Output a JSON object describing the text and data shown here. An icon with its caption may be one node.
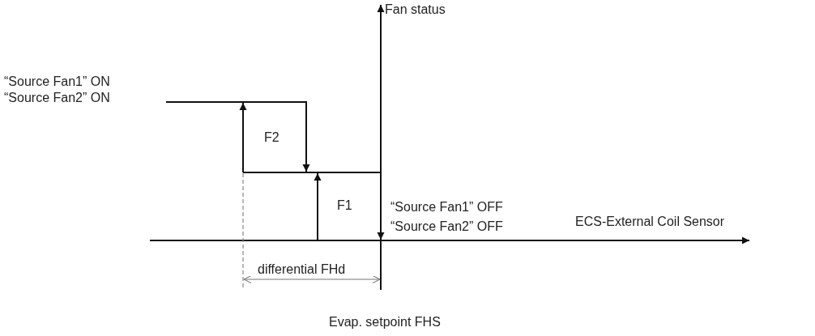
{
  "diagram": {
    "labels": [
      "Fan status",
      "“Source Fan1” ON",
      "“Source Fan2” ON",
      "F2",
      "F1",
      "“Source Fan1” OFF",
      "“Source Fan2” OFF",
      "ECS-External Coil Sensor",
      "differential FHd",
      "Evap. setpoint FHS"
    ]
  }
}
